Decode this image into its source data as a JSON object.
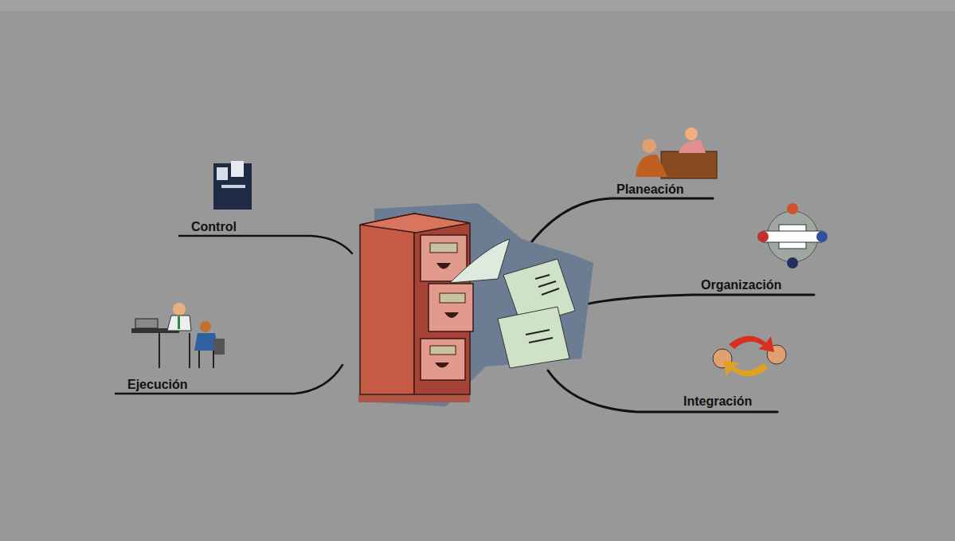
{
  "diagram": {
    "labels": [
      "Control",
      "Planeación",
      "Organización",
      "Integración",
      "Ejecución"
    ]
  }
}
